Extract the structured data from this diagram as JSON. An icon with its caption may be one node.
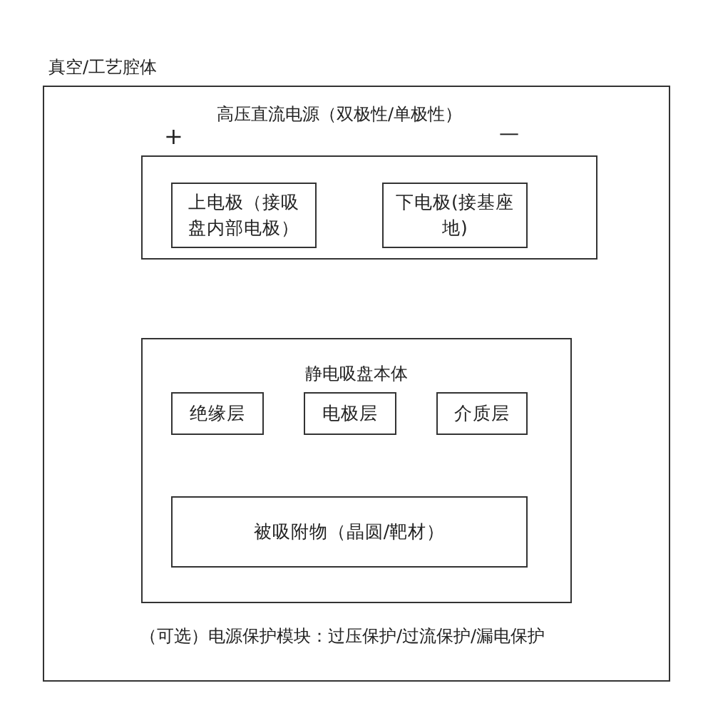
{
  "diagram": {
    "nodes": [
      {
        "text": [
          "真空/工艺腔体"
        ]
      },
      {
        "text": [
          "高压直流电源（双极性/单极性）"
        ],
        "in": 0
      },
      {
        "text": [
          "上电极（接吸盘内部电极）"
        ],
        "in": 1
      },
      {
        "text": [
          "下电极(接基座地)"
        ],
        "in": 1
      },
      {
        "text": [
          "静电吸盘本体"
        ],
        "in": 0
      },
      {
        "text": [
          "绝缘层"
        ],
        "in": 4
      },
      {
        "text": [
          "电极层"
        ],
        "in": 4
      },
      {
        "text": [
          "介质层"
        ],
        "in": 4
      },
      {
        "text": [
          "被吸附物（晶圆/靶材）"
        ],
        "in": 4
      }
    ],
    "labels": [
      "+",
      "—",
      "（可选）电源保护模块：过压保护/过流保护/漏电保护"
    ]
  }
}
